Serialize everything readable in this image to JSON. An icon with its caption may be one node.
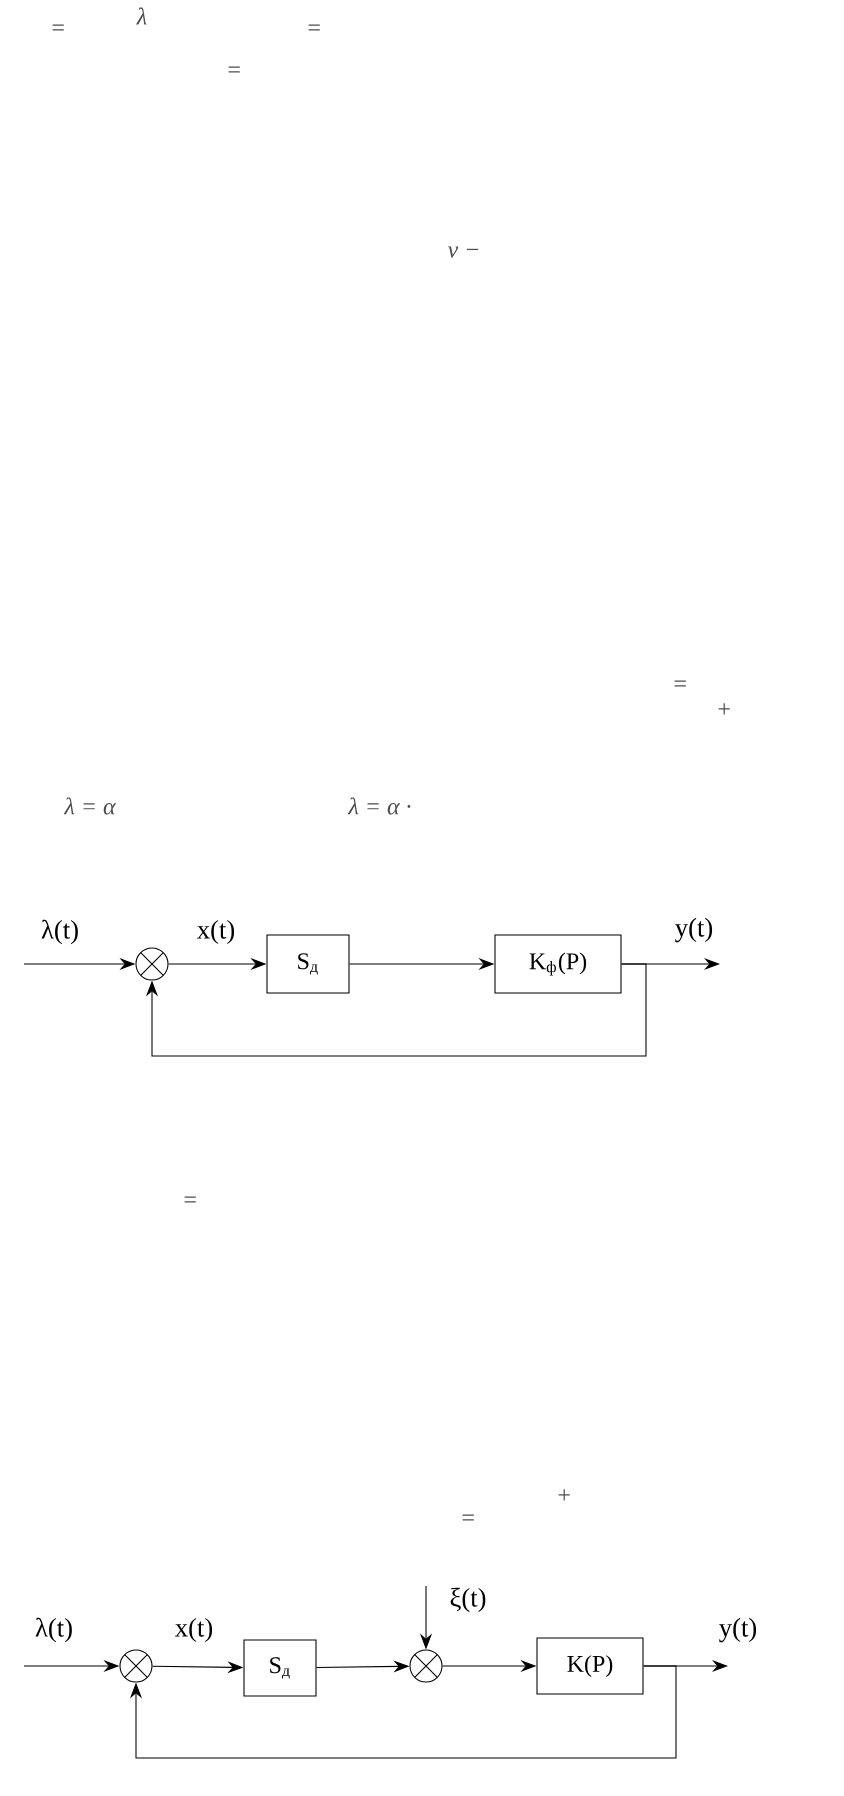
{
  "diagram": {
    "nodes": [
      {
        "text": [],
        "shape": "circle"
      },
      {
        "text": [
          "S$_{д}$"
        ]
      },
      {
        "text": [
          "K$_{ф}$(P)"
        ]
      },
      {
        "text": [],
        "shape": "circle"
      },
      {
        "text": [
          "S$_{д}$"
        ]
      },
      {
        "text": [],
        "shape": "circle"
      },
      {
        "text": [
          "K(P)"
        ]
      }
    ],
    "edges": [
      {
        "from": null,
        "to": 0,
        "arrow": "to",
        "label": "λ(t)"
      },
      {
        "from": 0,
        "to": 1,
        "arrow": "to",
        "label": "x(t)"
      },
      {
        "from": 1,
        "to": 2,
        "arrow": "to"
      },
      {
        "from": 2,
        "to": null,
        "arrow": "to",
        "label": "y(t)"
      },
      {
        "from": 2,
        "to": 0,
        "arrow": "to"
      },
      {
        "from": null,
        "to": 3,
        "arrow": "to",
        "label": "λ(t)"
      },
      {
        "from": 3,
        "to": 4,
        "arrow": "to",
        "label": "x(t)"
      },
      {
        "from": 4,
        "to": 5,
        "arrow": "to"
      },
      {
        "from": null,
        "to": 5,
        "arrow": "to",
        "label": "ξ(t)"
      },
      {
        "from": 5,
        "to": 6,
        "arrow": "to"
      },
      {
        "from": 6,
        "to": null,
        "arrow": "to",
        "label": "y(t)"
      },
      {
        "from": 6,
        "to": 3,
        "arrow": "to"
      }
    ],
    "labels": [
      "=",
      "λ",
      "=",
      "=",
      "ν −",
      "=",
      "+",
      "λ = α",
      "λ = α ·",
      "=",
      "+",
      "="
    ]
  }
}
